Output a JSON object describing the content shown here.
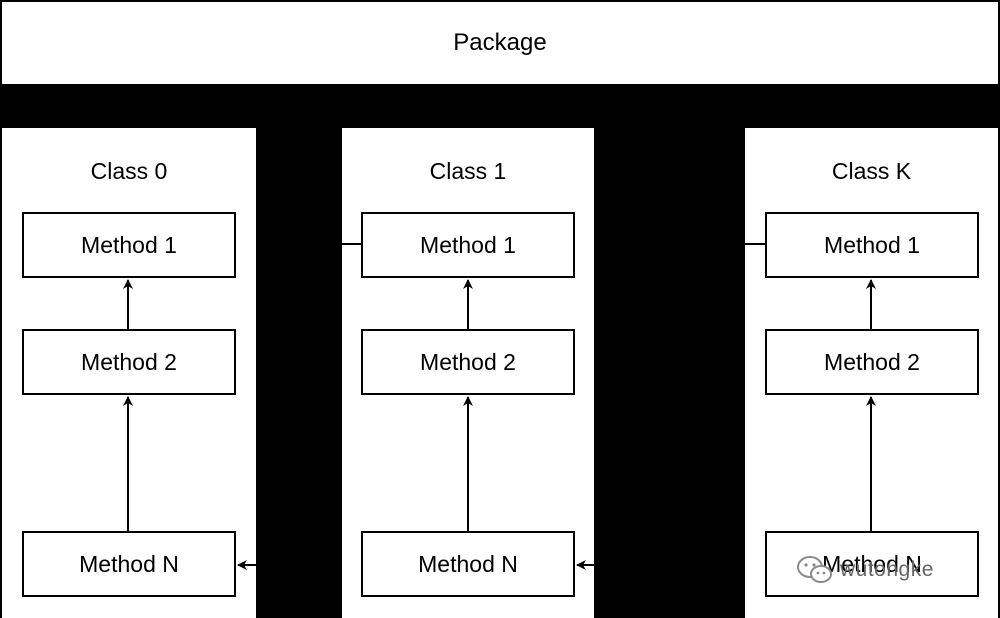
{
  "package": {
    "label": "Package"
  },
  "classes": [
    {
      "title": "Class 0",
      "methods": [
        "Method 1",
        "Method 2",
        "Method N"
      ]
    },
    {
      "title": "Class 1",
      "methods": [
        "Method 1",
        "Method 2",
        "Method N"
      ]
    },
    {
      "title": "Class K",
      "methods": [
        "Method 1",
        "Method 2",
        "Method N"
      ]
    }
  ],
  "watermark": {
    "text": "wutongke",
    "icon": "wechat-icon"
  }
}
